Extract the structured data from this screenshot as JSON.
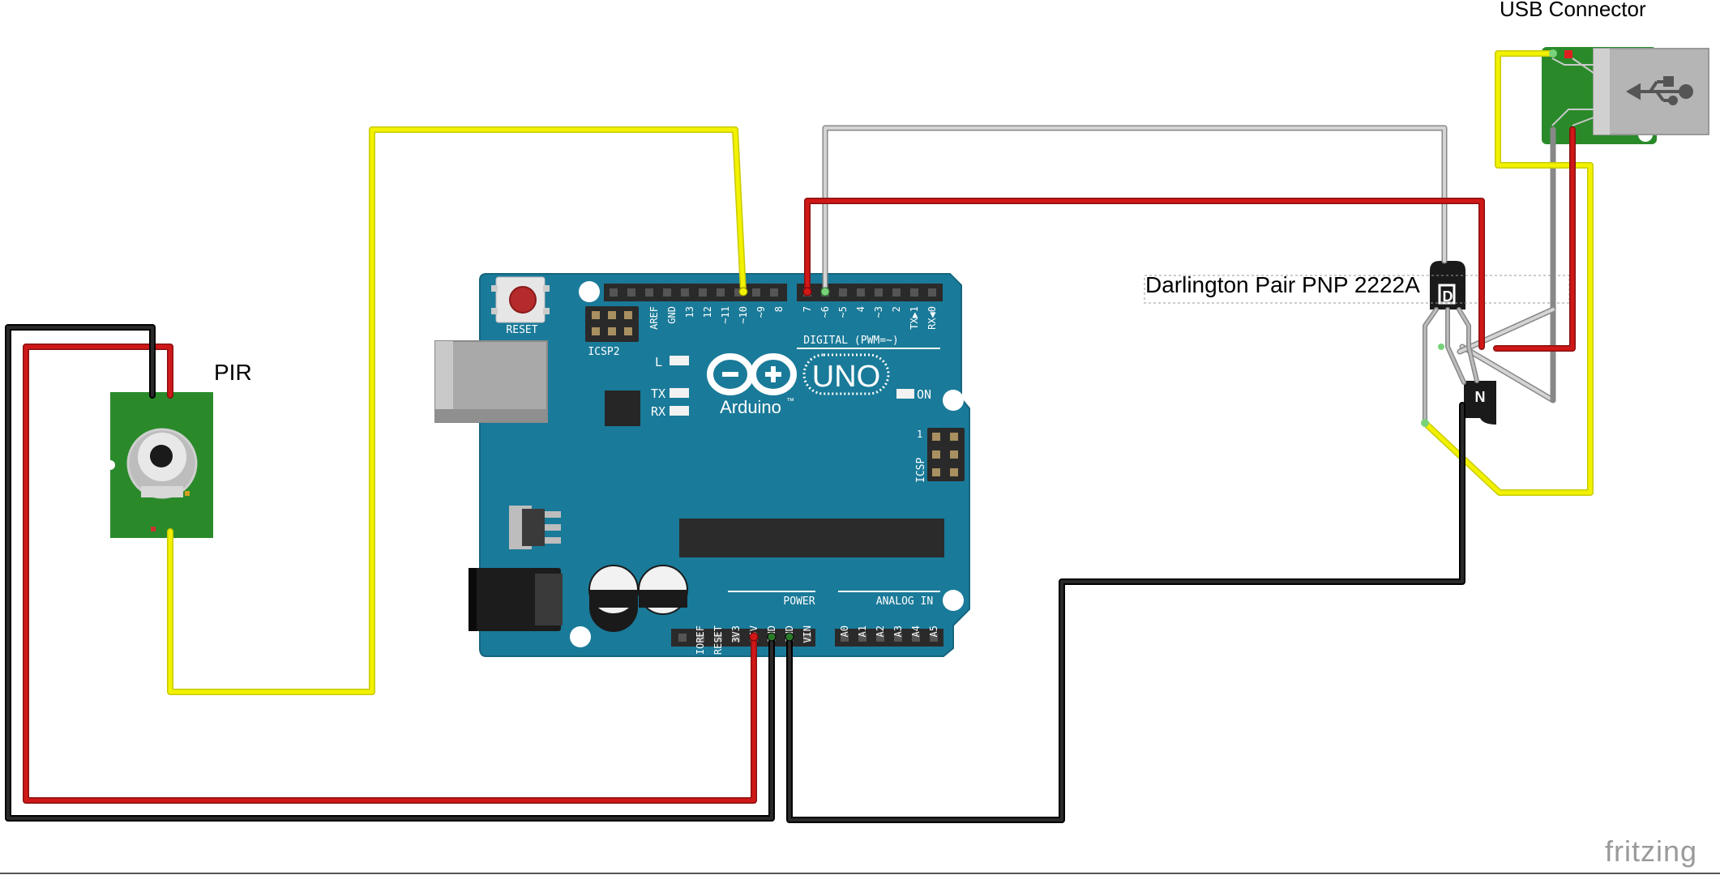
{
  "labels": {
    "usb_connector": "USB Connector",
    "pir": "PIR",
    "darlington": "Darlington Pair PNP 2222A",
    "fritzing": "fritzing"
  },
  "arduino": {
    "reset": "RESET",
    "icsp2": "ICSP2",
    "icsp": "ICSP",
    "brand": "Arduino",
    "model": "UNO",
    "tm": "™",
    "digital": "DIGITAL (PWM=~)",
    "power": "POWER",
    "analog_in": "ANALOG IN",
    "led_l": "L",
    "led_tx": "TX",
    "led_rx": "RX",
    "led_on": "ON",
    "digital_pins_left": [
      "AREF",
      "GND",
      "13",
      "12",
      "~11",
      "~10",
      "~9",
      "8"
    ],
    "digital_pins_right": [
      "7",
      "~6",
      "~5",
      "4",
      "~3",
      "2",
      "TX▶1",
      "RX◀0"
    ],
    "power_pins": [
      "IOREF",
      "RESET",
      "3V3",
      "5V",
      "GND",
      "GND",
      "VIN"
    ],
    "analog_pins": [
      "A0",
      "A1",
      "A2",
      "A3",
      "A4",
      "A5"
    ],
    "icsp_pin1": "1"
  },
  "transistor_marks": {
    "top": "D",
    "bottom": "N"
  },
  "colors": {
    "board": "#1a7a99",
    "wire_red": "#cc1a1a",
    "wire_black": "#1a1a1a",
    "wire_yellow": "#f2f200",
    "wire_grey": "#b8b8b8",
    "pcb_green": "#2a8a2a"
  }
}
